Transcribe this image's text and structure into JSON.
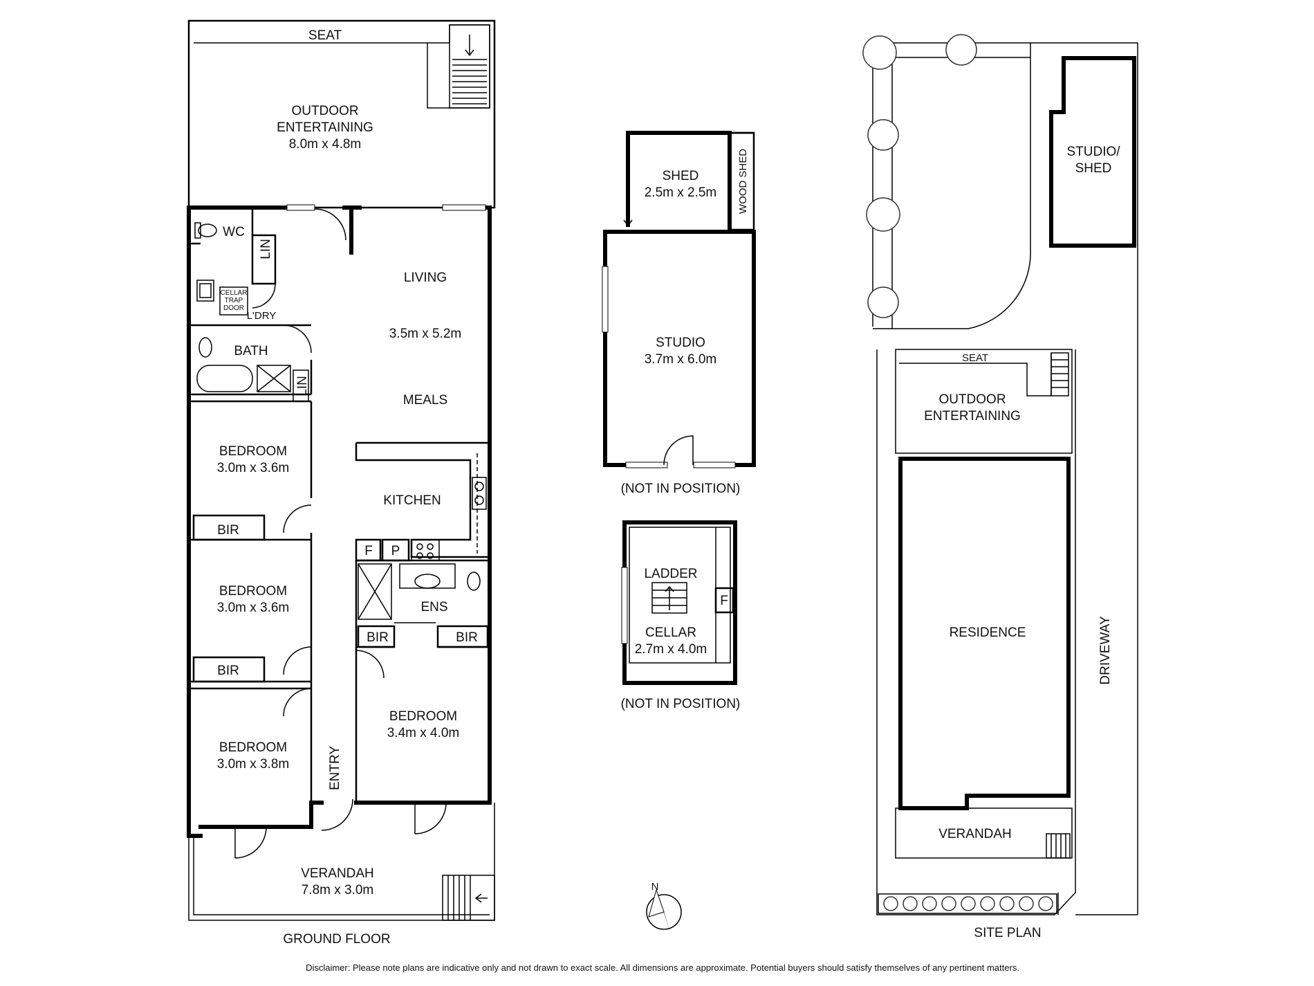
{
  "ground_floor": {
    "caption": "GROUND FLOOR",
    "rooms": {
      "seat": "SEAT",
      "outdoor_name1": "OUTDOOR",
      "outdoor_name2": "ENTERTAINING",
      "outdoor_dim": "8.0m x 4.8m",
      "wc": "WC",
      "lin1": "LIN",
      "cellar_trap1": "CELLAR",
      "cellar_trap2": "TRAP",
      "cellar_trap3": "DOOR",
      "ldry": "L'DRY",
      "bath": "BATH",
      "lin2": "LIN",
      "living": "LIVING",
      "living_dim": "3.5m x 5.2m",
      "meals": "MEALS",
      "kitchen": "KITCHEN",
      "bed1": "BEDROOM",
      "bed1_dim": "3.0m x 3.6m",
      "bir1": "BIR",
      "bed2": "BEDROOM",
      "bed2_dim": "3.0m x 3.6m",
      "bir2": "BIR",
      "bed3": "BEDROOM",
      "bed3_dim": "3.0m x 3.8m",
      "fridge": "F",
      "pantry": "P",
      "ens": "ENS",
      "bir3": "BIR",
      "bir4": "BIR",
      "bed4": "BEDROOM",
      "bed4_dim": "3.4m x 4.0m",
      "entry": "ENTRY",
      "verandah": "VERANDAH",
      "verandah_dim": "7.8m x 3.0m"
    }
  },
  "outbuildings": {
    "shed": "SHED",
    "shed_dim": "2.5m x 2.5m",
    "wood_shed": "WOOD SHED",
    "studio": "STUDIO",
    "studio_dim": "3.7m x 6.0m",
    "studio_note": "(NOT IN POSITION)",
    "ladder": "LADDER",
    "cellar": "CELLAR",
    "cellar_dim": "2.7m x 4.0m",
    "cellar_f": "F",
    "cellar_note": "(NOT IN POSITION)",
    "compass_n": "N"
  },
  "site_plan": {
    "caption": "SITE PLAN",
    "studio_shed1": "STUDIO/",
    "studio_shed2": "SHED",
    "seat": "SEAT",
    "outdoor1": "OUTDOOR",
    "outdoor2": "ENTERTAINING",
    "residence": "RESIDENCE",
    "verandah": "VERANDAH",
    "driveway": "DRIVEWAY"
  },
  "disclaimer": "Disclaimer: Please note plans are indicative only and not drawn to exact scale. All dimensions are approximate. Potential buyers should satisfy themselves of any pertinent matters."
}
